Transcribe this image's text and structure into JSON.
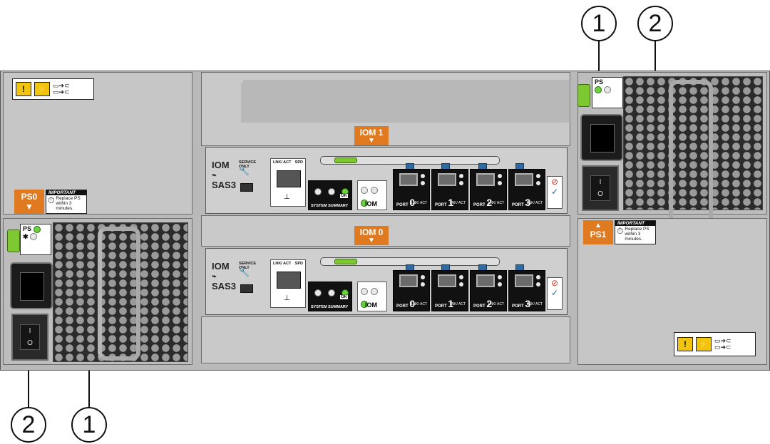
{
  "callouts": {
    "top_left_num": "1",
    "top_right_num": "2",
    "bottom_left_num": "2",
    "bottom_right_num": "1"
  },
  "iom_top": {
    "tag": "IOM 1",
    "name_line1": "IOM",
    "name_line2": "SAS3",
    "service_only": "SERVICE ONLY",
    "lnk_act": "LNK/ ACT",
    "spd": "SPD",
    "ok": "OK",
    "system_summary": "SYSTEM SUMMARY",
    "iom_label": "IOM",
    "ports": [
      {
        "label": "PORT",
        "num": "0",
        "lnk": "LNK/ ACT"
      },
      {
        "label": "PORT",
        "num": "1",
        "lnk": "LNK/ ACT"
      },
      {
        "label": "PORT",
        "num": "2",
        "lnk": "LNK/ ACT"
      },
      {
        "label": "PORT",
        "num": "3",
        "lnk": "LNK/ ACT"
      }
    ]
  },
  "iom_bottom": {
    "tag": "IOM 0",
    "name_line1": "IOM",
    "name_line2": "SAS3",
    "service_only": "SERVICE ONLY",
    "lnk_act": "LNK/ ACT",
    "spd": "SPD",
    "ok": "OK",
    "system_summary": "SYSTEM SUMMARY",
    "iom_label": "IOM",
    "ports": [
      {
        "label": "PORT",
        "num": "0",
        "lnk": "LNK/ ACT"
      },
      {
        "label": "PORT",
        "num": "1",
        "lnk": "LNK/ ACT"
      },
      {
        "label": "PORT",
        "num": "2",
        "lnk": "LNK/ ACT"
      },
      {
        "label": "PORT",
        "num": "3",
        "lnk": "LNK/ ACT"
      }
    ]
  },
  "ps0": {
    "tag": "PS0",
    "important_hdr": "IMPORTANT",
    "important_text": "Replace PS within 3 minutes.",
    "label": "PS",
    "switch_on": "I",
    "switch_off": "O"
  },
  "ps1": {
    "tag": "PS1",
    "important_hdr": "IMPORTANT",
    "important_text": "Replace PS within 3 minutes.",
    "label": "PS",
    "switch_on": "I",
    "switch_off": "O"
  },
  "colors": {
    "tag_orange": "#e07a20",
    "led_green": "#6ad33b",
    "handle_green": "#7ec832",
    "warning_yellow": "#f1c40f",
    "port_tab_blue": "#2f6aa0"
  },
  "icons": [
    "warning-triangle-icon",
    "electric-hazard-icon",
    "plug-icon",
    "wrench-icon",
    "fan-icon",
    "network-icon"
  ]
}
